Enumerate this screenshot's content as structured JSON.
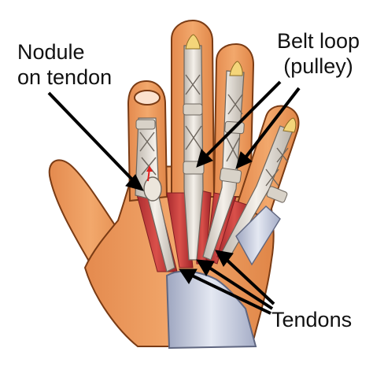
{
  "labels": {
    "nodule": {
      "line1": "Nodule",
      "line2": "on tendon"
    },
    "belt_loop": {
      "line1": "Belt loop",
      "line2": "(pulley)"
    },
    "tendons": "Tendons"
  },
  "colors": {
    "skin": "#ef9f60",
    "skin_shadow": "#c9703a",
    "skin_outline": "#7a3b14",
    "muscle": "#c83a3a",
    "muscle_dark": "#8e1e22",
    "tendon": "#e8e2d8",
    "sheath": "#c9cfe0",
    "nail": "#f4d57a",
    "arrow": "#000000",
    "nodule_arrow": "#e02020"
  }
}
